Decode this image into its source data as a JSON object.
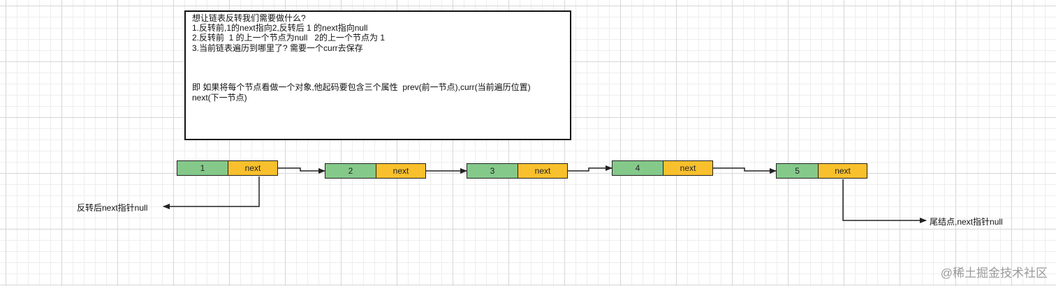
{
  "note": {
    "lines": [
      "想让链表反转我们需要做什么?",
      "1.反转前,1的next指向2,反转后 1 的next指向null",
      "2.反转前  1 的上一个节点为null   2的上一个节点为 1",
      "3.当前链表遍历到哪里了? 需要一个curr去保存",
      "",
      "",
      "",
      "即 如果将每个节点看做一个对象,他起码要包含三个属性  prev(前一节点),curr(当前遍历位置)",
      "next(下一节点)"
    ]
  },
  "nodes": [
    {
      "value": "1",
      "next": "next"
    },
    {
      "value": "2",
      "next": "next"
    },
    {
      "value": "3",
      "next": "next"
    },
    {
      "value": "4",
      "next": "next"
    },
    {
      "value": "5",
      "next": "next"
    }
  ],
  "labels": {
    "reverse_null": "反转后next指针null",
    "tail_null": "尾结点,next指针null"
  },
  "watermark": "@稀土掘金技术社区",
  "colors": {
    "value_fill": "#84c98a",
    "next_fill": "#f8c02c",
    "stroke": "#222222"
  }
}
